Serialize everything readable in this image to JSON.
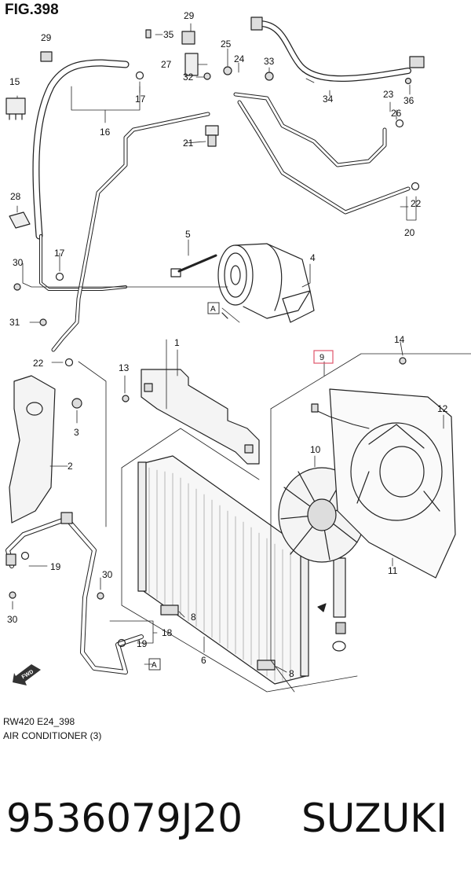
{
  "figure": {
    "title": "FIG.398",
    "code": "RW420 E24_398",
    "name": "AIR CONDITIONER (3)"
  },
  "footer": {
    "part_number": "9536079J20",
    "brand": "SUZUKI"
  },
  "callouts": {
    "c1": "1",
    "c2": "2",
    "c3": "3",
    "c4": "4",
    "c5": "5",
    "c6": "6",
    "c8a": "8",
    "c8b": "8",
    "c9": "9",
    "c10": "10",
    "c11": "11",
    "c12": "12",
    "c13": "13",
    "c14": "14",
    "c15": "15",
    "c16": "16",
    "c17a": "17",
    "c17b": "17",
    "c18": "18",
    "c19a": "19",
    "c19b": "19",
    "c20": "20",
    "c21": "21",
    "c22a": "22",
    "c22b": "22",
    "c23": "23",
    "c24": "24",
    "c25": "25",
    "c26": "26",
    "c27": "27",
    "c28": "28",
    "c29a": "29",
    "c29b": "29",
    "c30a": "30",
    "c30b": "30",
    "c30c": "30",
    "c31": "31",
    "c32": "32",
    "c33": "33",
    "c34": "34",
    "c35": "35",
    "c36": "36",
    "refA1": "A",
    "refA2": "A"
  },
  "highlight_color": "#e0556a",
  "fwd_label": "FWD"
}
